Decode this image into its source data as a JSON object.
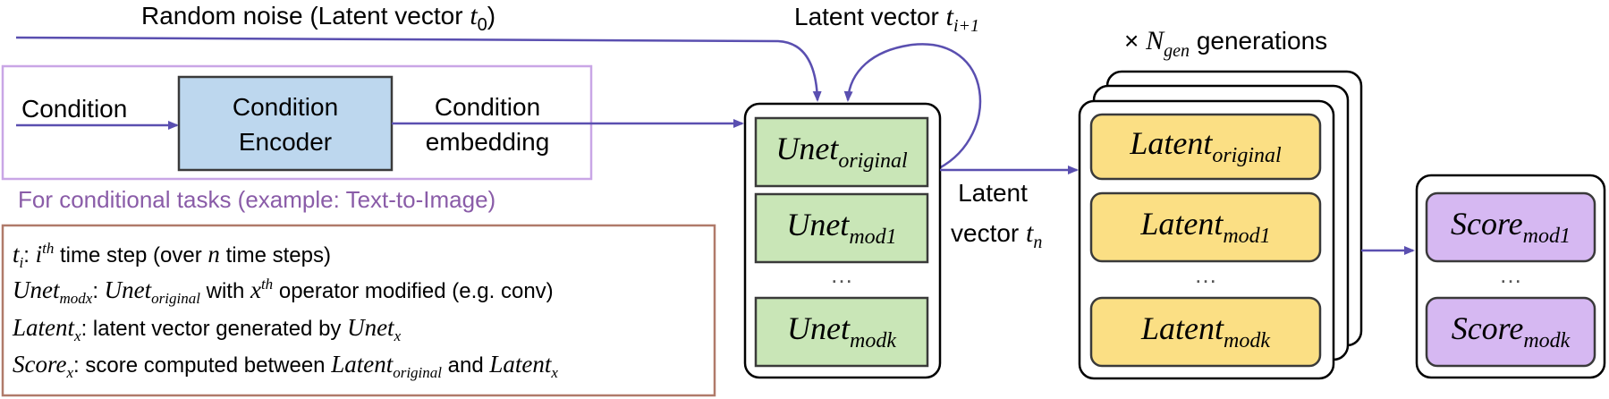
{
  "colors": {
    "arrow": "#5a4fb0",
    "condition_region_border": "#c9a6e6",
    "encoder_fill": "#bdd7ee",
    "unet_fill": "#c9e6b7",
    "unet_border": "#3a3a3a",
    "latent_fill": "#fbdf84",
    "score_fill": "#d6b8f2",
    "legend_border": "#b07a6a",
    "caption_text": "#8a5ca8"
  },
  "header": {
    "random_noise": "Random noise (Latent vector ",
    "random_noise_var": "t",
    "random_noise_sub": "0",
    "random_noise_close": ")",
    "latent_next": "Latent vector ",
    "latent_next_var": "t",
    "latent_next_sub": "i+1",
    "generations_prefix": "× ",
    "generations_var": "N",
    "generations_sub": "gen",
    "generations_suffix": " generations"
  },
  "condition": {
    "input_label": "Condition",
    "encoder_line1": "Condition",
    "encoder_line2": "Encoder",
    "embedding_line1": "Condition",
    "embedding_line2": "embedding",
    "caption": "For conditional tasks (example: Text-to-Image)"
  },
  "unets": {
    "base": "Unet",
    "subs": [
      "original",
      "mod1",
      "modk"
    ],
    "ellipsis": "…"
  },
  "latent_vector_tn": {
    "line1": "Latent",
    "line2": "vector ",
    "var": "t",
    "sub": "n"
  },
  "latents": {
    "base": "Latent",
    "subs": [
      "original",
      "mod1",
      "modk"
    ],
    "ellipsis": "…"
  },
  "scores": {
    "base": "Score",
    "subs": [
      "mod1",
      "modk"
    ],
    "ellipsis": "…"
  },
  "legend": {
    "l1_var": "t",
    "l1_var_sub": "i",
    "l1_colon": ": ",
    "l1_i": "i",
    "l1_th": "th",
    "l1_text": " time step (over ",
    "l1_n": "n",
    "l1_text2": " time steps)",
    "l2_a": "Unet",
    "l2_a_sub": "modx",
    "l2_colon": ": ",
    "l2_b": "Unet",
    "l2_b_sub": "original",
    "l2_text1": " with ",
    "l2_x": "x",
    "l2_th": "th",
    "l2_text2": " operator modified (e.g. conv)",
    "l3_a": "Latent",
    "l3_a_sub": "x",
    "l3_text": ": latent vector generated by ",
    "l3_b": "Unet",
    "l3_b_sub": "x",
    "l4_a": "Score",
    "l4_a_sub": "x",
    "l4_text": ": score computed between ",
    "l4_b": "Latent",
    "l4_b_sub": "original",
    "l4_and": " and ",
    "l4_c": "Latent",
    "l4_c_sub": "x"
  }
}
